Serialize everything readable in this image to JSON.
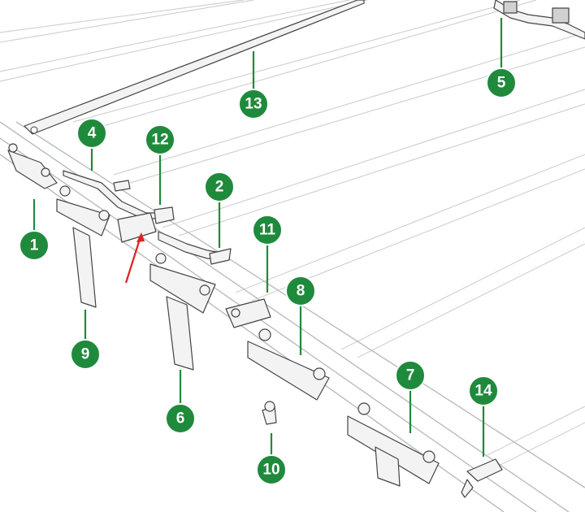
{
  "callouts": [
    {
      "label": "1"
    },
    {
      "label": "2"
    },
    {
      "label": "4"
    },
    {
      "label": "5"
    },
    {
      "label": "6"
    },
    {
      "label": "7"
    },
    {
      "label": "8"
    },
    {
      "label": "9"
    },
    {
      "label": "10"
    },
    {
      "label": "11"
    },
    {
      "label": "12"
    },
    {
      "label": "13"
    },
    {
      "label": "14"
    }
  ],
  "colors": {
    "callout_green": "#1f8a3c",
    "pointer_arrow": "#e02020",
    "line_art": "#444444",
    "rails": "#cfd3d1"
  }
}
